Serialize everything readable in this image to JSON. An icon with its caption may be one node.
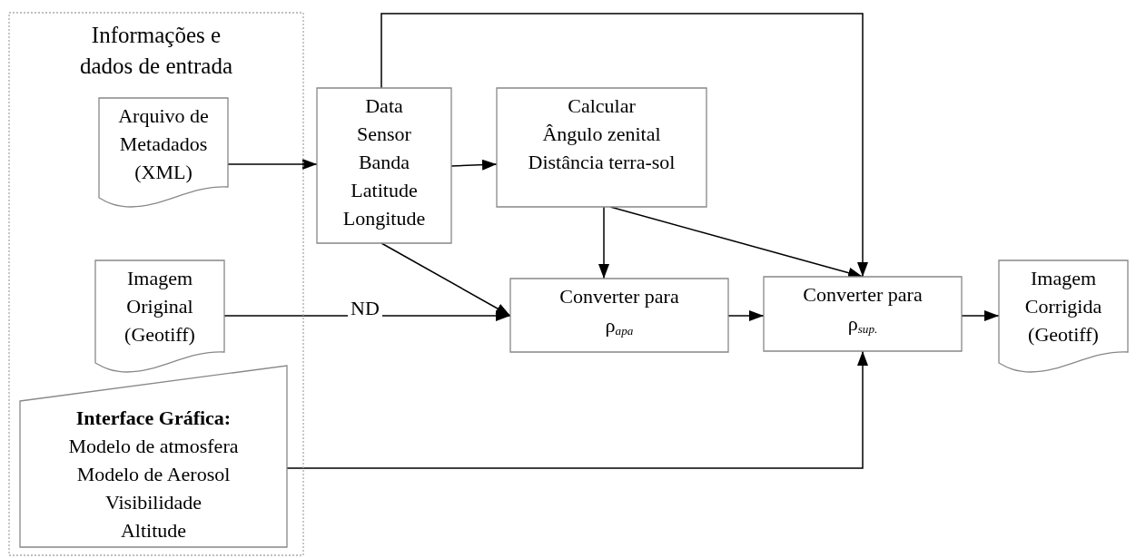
{
  "diagram": {
    "nodes": [
      {
        "text": [
          "Informações e dados de entrada"
        ]
      },
      {
        "text": [
          "Arquivo de Metadados (XML)"
        ],
        "in": 0
      },
      {
        "text": [
          "Imagem Original (Geotiff)"
        ],
        "in": 0
      },
      {
        "text": [
          "Interface Gráfica:",
          "Modelo de atmosfera",
          "Modelo de Aerosol",
          "Visibilidade",
          "Altitude"
        ],
        "in": 0
      },
      {
        "text": [
          "Data",
          "Sensor",
          "Banda",
          "Latitude",
          "Longitude"
        ]
      },
      {
        "text": [
          "Calcular",
          "Ângulo zenital",
          "Distância terra-sol"
        ]
      },
      {
        "text": [
          "Converter para",
          "ρ$_{apa}$"
        ]
      },
      {
        "text": [
          "Converter para",
          "ρ$_{sup.}$"
        ]
      },
      {
        "text": [
          "Imagem Corrigida (Geotiff)"
        ]
      }
    ],
    "edges": [
      {
        "from": 1,
        "to": 4,
        "arrow": "to"
      },
      {
        "from": 4,
        "to": 5,
        "arrow": "to"
      },
      {
        "from": 4,
        "to": 6,
        "arrow": "to"
      },
      {
        "from": 2,
        "to": 6,
        "arrow": "to",
        "label": "ND"
      },
      {
        "from": 5,
        "to": 6,
        "arrow": "to"
      },
      {
        "from": 5,
        "to": 7,
        "arrow": "to"
      },
      {
        "from": 4,
        "to": 7,
        "arrow": "to"
      },
      {
        "from": 6,
        "to": 7,
        "arrow": "to"
      },
      {
        "from": 7,
        "to": 8,
        "arrow": "to"
      },
      {
        "from": 3,
        "to": 7,
        "arrow": "to"
      }
    ]
  }
}
